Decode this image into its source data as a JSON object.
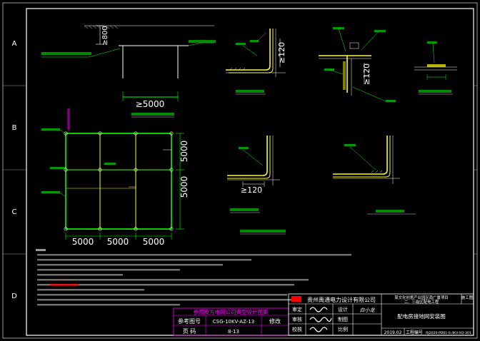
{
  "frame": {
    "rows": [
      "A",
      "B",
      "C",
      "D"
    ]
  },
  "labels": {
    "dim_800": "≥800",
    "dim_5000_top": "≥5000",
    "dim_120_a": "≥120",
    "dim_120_b": "≥120",
    "dim_120_c": "≥120",
    "dim_5000_v1": "5000",
    "dim_5000_v2": "5000",
    "dim_5000_h1": "5000",
    "dim_5000_h2": "5000",
    "dim_5000_h3": "5000"
  },
  "title_block": {
    "company": "贵州禹通电力设计有限公司",
    "project_line1": "某文化创意产业园区南广厦项目",
    "project_line2": "二、三级区配电工程",
    "drawing_name": "配电房接地网安装图",
    "date": "2019.02",
    "drawing_no_label": "工程编号",
    "drawing_no": "RJ2020-PD01-0.4KV-XQ-301",
    "roles": [
      "审定",
      "审核",
      "校核"
    ],
    "roles_right": [
      "设计",
      "制图",
      "比例"
    ],
    "sig_right": "白小龙",
    "stage": "施工图",
    "side": "设计"
  },
  "ref_block": {
    "header": "参照南方电网公司典型设计图集",
    "ref_label": "参考图号",
    "ref_value": "CSG-10KV-AZ-13",
    "page_label": "页  码",
    "page_value": "8-13",
    "modify_label": "修改"
  },
  "colors": {
    "frame": "#ffffff",
    "cad_green": "#00ff00",
    "cad_yellow": "#ffff00",
    "cad_magenta": "#ff00ff",
    "cad_cyan": "#00ffff",
    "cad_red": "#ff0000"
  }
}
